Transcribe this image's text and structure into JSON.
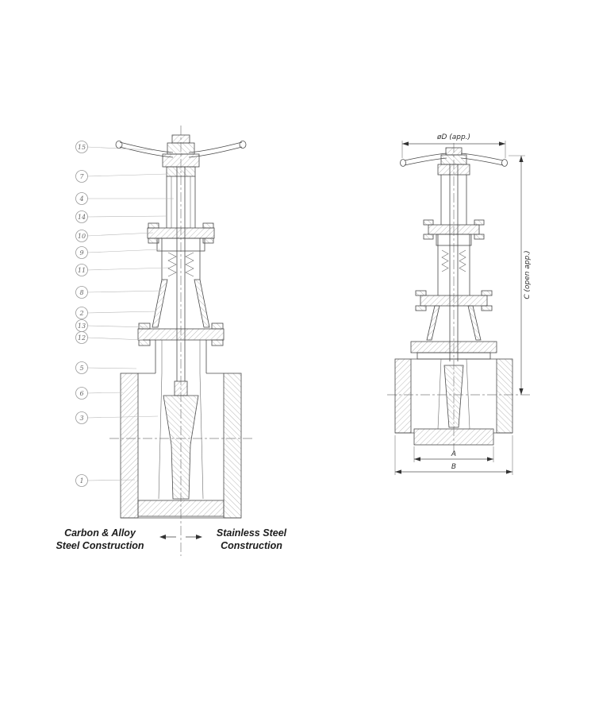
{
  "figure": {
    "callouts": [
      "15",
      "7",
      "4",
      "14",
      "10",
      "9",
      "11",
      "8",
      "2",
      "13",
      "12",
      "5",
      "6",
      "3",
      "1"
    ],
    "dimensions": {
      "top": "øD (app.)",
      "side": "C (open app.)",
      "a": "A",
      "b": "B"
    },
    "captions": {
      "left_line1": "Carbon & Alloy",
      "left_line2": "Steel Construction",
      "right_line1": "Stainless Steel",
      "right_line2": "Construction"
    }
  }
}
